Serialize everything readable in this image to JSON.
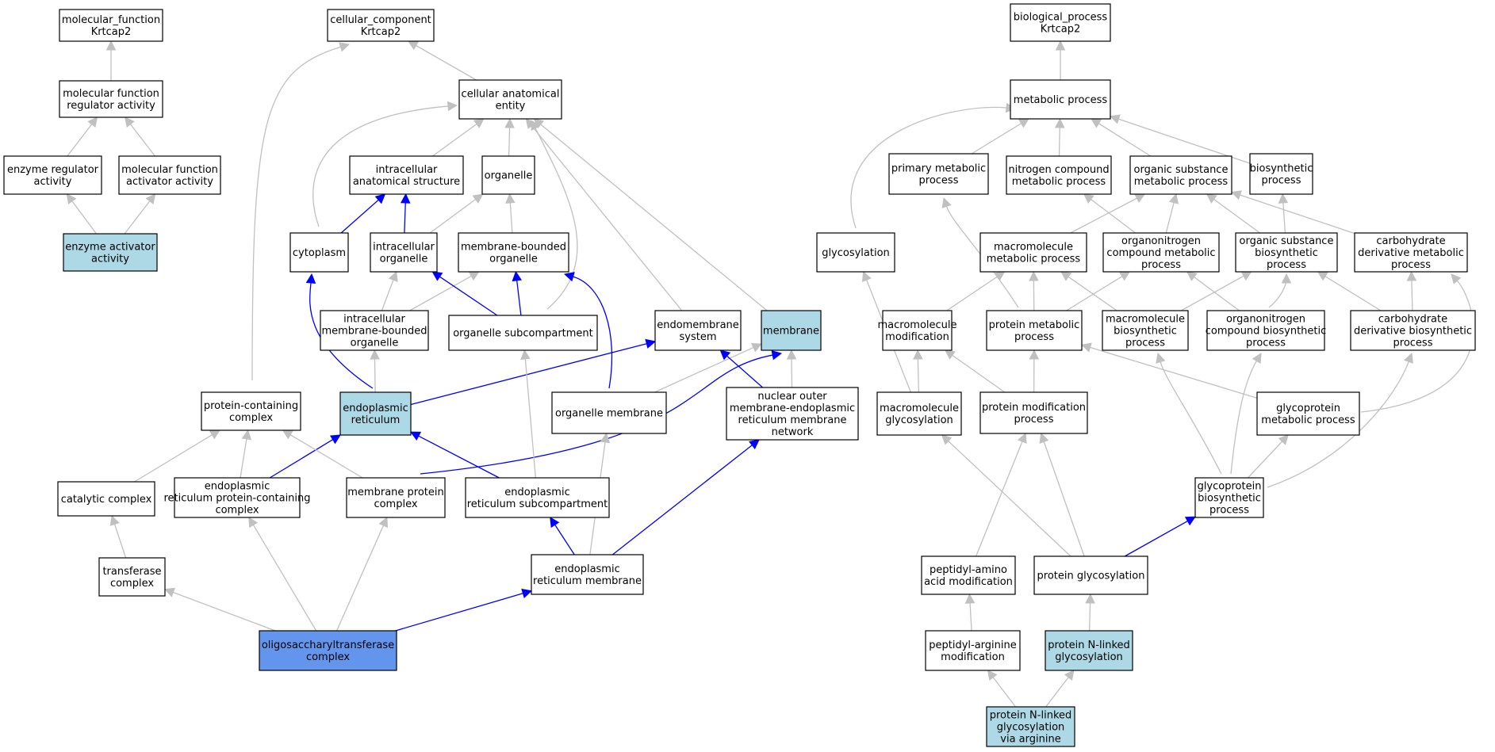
{
  "colors": {
    "default_fill": "#ffffff",
    "highlight_fill": "#add8e6",
    "selected_fill": "#6495ed",
    "edge_gray": "#c0c0c0",
    "edge_blue": "#0000ff"
  },
  "nodes": [
    {
      "id": "mf_root",
      "lines": [
        "molecular_function",
        "Krtcap2"
      ],
      "fill": "default"
    },
    {
      "id": "mf_regulator",
      "lines": [
        "molecular function",
        "regulator activity"
      ],
      "fill": "default"
    },
    {
      "id": "enzyme_regulator",
      "lines": [
        "enzyme regulator",
        "activity"
      ],
      "fill": "default"
    },
    {
      "id": "mf_activator",
      "lines": [
        "molecular function",
        "activator activity"
      ],
      "fill": "default"
    },
    {
      "id": "enzyme_activator",
      "lines": [
        "enzyme activator",
        "activity"
      ],
      "fill": "highlight"
    },
    {
      "id": "cc_root",
      "lines": [
        "cellular_component",
        "Krtcap2"
      ],
      "fill": "default"
    },
    {
      "id": "cellular_anatomical",
      "lines": [
        "cellular anatomical",
        "entity"
      ],
      "fill": "default"
    },
    {
      "id": "intracellular_anat",
      "lines": [
        "intracellular",
        "anatomical structure"
      ],
      "fill": "default"
    },
    {
      "id": "organelle",
      "lines": [
        "organelle"
      ],
      "fill": "default"
    },
    {
      "id": "cytoplasm",
      "lines": [
        "cytoplasm"
      ],
      "fill": "default"
    },
    {
      "id": "intracellular_organelle",
      "lines": [
        "intracellular",
        "organelle"
      ],
      "fill": "default"
    },
    {
      "id": "membrane_bounded",
      "lines": [
        "membrane-bounded",
        "organelle"
      ],
      "fill": "default"
    },
    {
      "id": "intra_membrane_bounded",
      "lines": [
        "intracellular",
        "membrane-bounded",
        "organelle"
      ],
      "fill": "default"
    },
    {
      "id": "organelle_subcompartment",
      "lines": [
        "organelle subcompartment"
      ],
      "fill": "default"
    },
    {
      "id": "endomembrane",
      "lines": [
        "endomembrane",
        "system"
      ],
      "fill": "default"
    },
    {
      "id": "membrane",
      "lines": [
        "membrane"
      ],
      "fill": "highlight"
    },
    {
      "id": "protein_containing",
      "lines": [
        "protein-containing",
        "complex"
      ],
      "fill": "default"
    },
    {
      "id": "er",
      "lines": [
        "endoplasmic",
        "reticulum"
      ],
      "fill": "highlight"
    },
    {
      "id": "organelle_membrane",
      "lines": [
        "organelle membrane"
      ],
      "fill": "default"
    },
    {
      "id": "nuclear_outer",
      "lines": [
        "nuclear outer",
        "membrane-endoplasmic",
        "reticulum membrane",
        "network"
      ],
      "fill": "default"
    },
    {
      "id": "catalytic_complex",
      "lines": [
        "catalytic complex"
      ],
      "fill": "default"
    },
    {
      "id": "er_protein_complex",
      "lines": [
        "endoplasmic",
        "reticulum protein-containing",
        "complex"
      ],
      "fill": "default"
    },
    {
      "id": "membrane_protein_complex",
      "lines": [
        "membrane protein",
        "complex"
      ],
      "fill": "default"
    },
    {
      "id": "er_subcompartment",
      "lines": [
        "endoplasmic",
        "reticulum subcompartment"
      ],
      "fill": "default"
    },
    {
      "id": "transferase_complex",
      "lines": [
        "transferase",
        "complex"
      ],
      "fill": "default"
    },
    {
      "id": "er_membrane",
      "lines": [
        "endoplasmic",
        "reticulum membrane"
      ],
      "fill": "default"
    },
    {
      "id": "ost_complex",
      "lines": [
        "oligosaccharyltransferase",
        "complex"
      ],
      "fill": "selected"
    },
    {
      "id": "bp_root",
      "lines": [
        "biological_process",
        "Krtcap2"
      ],
      "fill": "default"
    },
    {
      "id": "metabolic",
      "lines": [
        "metabolic process"
      ],
      "fill": "default"
    },
    {
      "id": "primary_metabolic",
      "lines": [
        "primary metabolic",
        "process"
      ],
      "fill": "default"
    },
    {
      "id": "nitrogen_compound",
      "lines": [
        "nitrogen compound",
        "metabolic process"
      ],
      "fill": "default"
    },
    {
      "id": "organic_substance_met",
      "lines": [
        "organic substance",
        "metabolic process"
      ],
      "fill": "default"
    },
    {
      "id": "biosynthetic",
      "lines": [
        "biosynthetic",
        "process"
      ],
      "fill": "default"
    },
    {
      "id": "glycosylation",
      "lines": [
        "glycosylation"
      ],
      "fill": "default"
    },
    {
      "id": "macromolecule_met",
      "lines": [
        "macromolecule",
        "metabolic process"
      ],
      "fill": "default"
    },
    {
      "id": "organonitrogen_met",
      "lines": [
        "organonitrogen",
        "compound metabolic",
        "process"
      ],
      "fill": "default"
    },
    {
      "id": "organic_substance_bio",
      "lines": [
        "organic substance",
        "biosynthetic",
        "process"
      ],
      "fill": "default"
    },
    {
      "id": "carb_deriv_met",
      "lines": [
        "carbohydrate",
        "derivative metabolic",
        "process"
      ],
      "fill": "default"
    },
    {
      "id": "macromolecule_mod",
      "lines": [
        "macromolecule",
        "modification"
      ],
      "fill": "default"
    },
    {
      "id": "protein_metabolic",
      "lines": [
        "protein metabolic",
        "process"
      ],
      "fill": "default"
    },
    {
      "id": "macromolecule_bio",
      "lines": [
        "macromolecule",
        "biosynthetic",
        "process"
      ],
      "fill": "default"
    },
    {
      "id": "organonitrogen_bio",
      "lines": [
        "organonitrogen",
        "compound biosynthetic",
        "process"
      ],
      "fill": "default"
    },
    {
      "id": "carb_deriv_bio",
      "lines": [
        "carbohydrate",
        "derivative biosynthetic",
        "process"
      ],
      "fill": "default"
    },
    {
      "id": "macromolecule_glyc",
      "lines": [
        "macromolecule",
        "glycosylation"
      ],
      "fill": "default"
    },
    {
      "id": "protein_modification",
      "lines": [
        "protein modification",
        "process"
      ],
      "fill": "default"
    },
    {
      "id": "glycoprotein_met",
      "lines": [
        "glycoprotein",
        "metabolic process"
      ],
      "fill": "default"
    },
    {
      "id": "glycoprotein_bio",
      "lines": [
        "glycoprotein",
        "biosynthetic",
        "process"
      ],
      "fill": "default"
    },
    {
      "id": "peptidyl_amino",
      "lines": [
        "peptidyl-amino",
        "acid modification"
      ],
      "fill": "default"
    },
    {
      "id": "protein_glycosylation",
      "lines": [
        "protein glycosylation"
      ],
      "fill": "default"
    },
    {
      "id": "peptidyl_arginine",
      "lines": [
        "peptidyl-arginine",
        "modification"
      ],
      "fill": "default"
    },
    {
      "id": "protein_n_linked",
      "lines": [
        "protein N-linked",
        "glycosylation"
      ],
      "fill": "highlight"
    },
    {
      "id": "protein_n_linked_arg",
      "lines": [
        "protein N-linked",
        "glycosylation",
        "via arginine"
      ],
      "fill": "highlight"
    }
  ],
  "edges": [
    {
      "from": "mf_regulator",
      "to": "mf_root",
      "color": "gray"
    },
    {
      "from": "enzyme_regulator",
      "to": "mf_regulator",
      "color": "gray"
    },
    {
      "from": "mf_activator",
      "to": "mf_regulator",
      "color": "gray"
    },
    {
      "from": "enzyme_activator",
      "to": "enzyme_regulator",
      "color": "gray"
    },
    {
      "from": "enzyme_activator",
      "to": "mf_activator",
      "color": "gray"
    },
    {
      "from": "cellular_anatomical",
      "to": "cc_root",
      "color": "gray"
    },
    {
      "from": "protein_containing",
      "to": "cc_root",
      "color": "gray"
    },
    {
      "from": "intracellular_anat",
      "to": "cellular_anatomical",
      "color": "gray"
    },
    {
      "from": "organelle",
      "to": "cellular_anatomical",
      "color": "gray"
    },
    {
      "from": "cytoplasm",
      "to": "cellular_anatomical",
      "color": "gray"
    },
    {
      "from": "organelle_subcompartment",
      "to": "cellular_anatomical",
      "color": "gray"
    },
    {
      "from": "endomembrane",
      "to": "cellular_anatomical",
      "color": "gray"
    },
    {
      "from": "membrane",
      "to": "cellular_anatomical",
      "color": "gray"
    },
    {
      "from": "cytoplasm",
      "to": "intracellular_anat",
      "color": "blue"
    },
    {
      "from": "intracellular_organelle",
      "to": "intracellular_anat",
      "color": "blue"
    },
    {
      "from": "intracellular_organelle",
      "to": "organelle",
      "color": "gray"
    },
    {
      "from": "membrane_bounded",
      "to": "organelle",
      "color": "gray"
    },
    {
      "from": "intra_membrane_bounded",
      "to": "intracellular_organelle",
      "color": "gray"
    },
    {
      "from": "intra_membrane_bounded",
      "to": "membrane_bounded",
      "color": "gray"
    },
    {
      "from": "organelle_subcompartment",
      "to": "intracellular_organelle",
      "color": "blue"
    },
    {
      "from": "organelle_subcompartment",
      "to": "membrane_bounded",
      "color": "blue"
    },
    {
      "from": "er",
      "to": "cytoplasm",
      "color": "blue"
    },
    {
      "from": "er",
      "to": "intra_membrane_bounded",
      "color": "gray"
    },
    {
      "from": "er",
      "to": "endomembrane",
      "color": "blue"
    },
    {
      "from": "organelle_membrane",
      "to": "membrane_bounded",
      "color": "blue"
    },
    {
      "from": "organelle_membrane",
      "to": "membrane",
      "color": "gray"
    },
    {
      "from": "nuclear_outer",
      "to": "endomembrane",
      "color": "blue"
    },
    {
      "from": "nuclear_outer",
      "to": "membrane",
      "color": "gray"
    },
    {
      "from": "catalytic_complex",
      "to": "protein_containing",
      "color": "gray"
    },
    {
      "from": "er_protein_complex",
      "to": "protein_containing",
      "color": "gray"
    },
    {
      "from": "er_protein_complex",
      "to": "er",
      "color": "blue"
    },
    {
      "from": "membrane_protein_complex",
      "to": "protein_containing",
      "color": "gray"
    },
    {
      "from": "membrane_protein_complex",
      "to": "membrane",
      "color": "blue"
    },
    {
      "from": "er_subcompartment",
      "to": "er",
      "color": "blue"
    },
    {
      "from": "er_subcompartment",
      "to": "organelle_subcompartment",
      "color": "gray"
    },
    {
      "from": "transferase_complex",
      "to": "catalytic_complex",
      "color": "gray"
    },
    {
      "from": "er_membrane",
      "to": "er_subcompartment",
      "color": "blue"
    },
    {
      "from": "er_membrane",
      "to": "organelle_membrane",
      "color": "gray"
    },
    {
      "from": "er_membrane",
      "to": "nuclear_outer",
      "color": "blue"
    },
    {
      "from": "ost_complex",
      "to": "transferase_complex",
      "color": "gray"
    },
    {
      "from": "ost_complex",
      "to": "er_protein_complex",
      "color": "gray"
    },
    {
      "from": "ost_complex",
      "to": "membrane_protein_complex",
      "color": "gray"
    },
    {
      "from": "ost_complex",
      "to": "er_membrane",
      "color": "blue"
    },
    {
      "from": "metabolic",
      "to": "bp_root",
      "color": "gray"
    },
    {
      "from": "primary_metabolic",
      "to": "metabolic",
      "color": "gray"
    },
    {
      "from": "nitrogen_compound",
      "to": "metabolic",
      "color": "gray"
    },
    {
      "from": "organic_substance_met",
      "to": "metabolic",
      "color": "gray"
    },
    {
      "from": "biosynthetic",
      "to": "metabolic",
      "color": "gray"
    },
    {
      "from": "glycosylation",
      "to": "metabolic",
      "color": "gray"
    },
    {
      "from": "macromolecule_met",
      "to": "organic_substance_met",
      "color": "gray"
    },
    {
      "from": "organonitrogen_met",
      "to": "nitrogen_compound",
      "color": "gray"
    },
    {
      "from": "organonitrogen_met",
      "to": "organic_substance_met",
      "color": "gray"
    },
    {
      "from": "organic_substance_bio",
      "to": "organic_substance_met",
      "color": "gray"
    },
    {
      "from": "organic_substance_bio",
      "to": "biosynthetic",
      "color": "gray"
    },
    {
      "from": "carb_deriv_met",
      "to": "organic_substance_met",
      "color": "gray"
    },
    {
      "from": "macromolecule_mod",
      "to": "macromolecule_met",
      "color": "gray"
    },
    {
      "from": "protein_metabolic",
      "to": "primary_metabolic",
      "color": "gray"
    },
    {
      "from": "protein_metabolic",
      "to": "macromolecule_met",
      "color": "gray"
    },
    {
      "from": "protein_metabolic",
      "to": "organonitrogen_met",
      "color": "gray"
    },
    {
      "from": "macromolecule_bio",
      "to": "macromolecule_met",
      "color": "gray"
    },
    {
      "from": "macromolecule_bio",
      "to": "organic_substance_bio",
      "color": "gray"
    },
    {
      "from": "organonitrogen_bio",
      "to": "organonitrogen_met",
      "color": "gray"
    },
    {
      "from": "organonitrogen_bio",
      "to": "organic_substance_bio",
      "color": "gray"
    },
    {
      "from": "carb_deriv_bio",
      "to": "organic_substance_bio",
      "color": "gray"
    },
    {
      "from": "carb_deriv_bio",
      "to": "carb_deriv_met",
      "color": "gray"
    },
    {
      "from": "macromolecule_glyc",
      "to": "glycosylation",
      "color": "gray"
    },
    {
      "from": "macromolecule_glyc",
      "to": "macromolecule_mod",
      "color": "gray"
    },
    {
      "from": "protein_modification",
      "to": "macromolecule_mod",
      "color": "gray"
    },
    {
      "from": "protein_modification",
      "to": "protein_metabolic",
      "color": "gray"
    },
    {
      "from": "glycoprotein_met",
      "to": "protein_metabolic",
      "color": "gray"
    },
    {
      "from": "glycoprotein_met",
      "to": "carb_deriv_met",
      "color": "gray"
    },
    {
      "from": "glycoprotein_bio",
      "to": "glycoprotein_met",
      "color": "gray"
    },
    {
      "from": "glycoprotein_bio",
      "to": "macromolecule_bio",
      "color": "gray"
    },
    {
      "from": "glycoprotein_bio",
      "to": "organonitrogen_bio",
      "color": "gray"
    },
    {
      "from": "glycoprotein_bio",
      "to": "carb_deriv_bio",
      "color": "gray"
    },
    {
      "from": "peptidyl_amino",
      "to": "protein_modification",
      "color": "gray"
    },
    {
      "from": "protein_glycosylation",
      "to": "macromolecule_glyc",
      "color": "gray"
    },
    {
      "from": "protein_glycosylation",
      "to": "protein_modification",
      "color": "gray"
    },
    {
      "from": "protein_glycosylation",
      "to": "glycoprotein_bio",
      "color": "blue"
    },
    {
      "from": "peptidyl_arginine",
      "to": "peptidyl_amino",
      "color": "gray"
    },
    {
      "from": "protein_n_linked",
      "to": "protein_glycosylation",
      "color": "gray"
    },
    {
      "from": "protein_n_linked_arg",
      "to": "peptidyl_arginine",
      "color": "gray"
    },
    {
      "from": "protein_n_linked_arg",
      "to": "protein_n_linked",
      "color": "gray"
    }
  ]
}
